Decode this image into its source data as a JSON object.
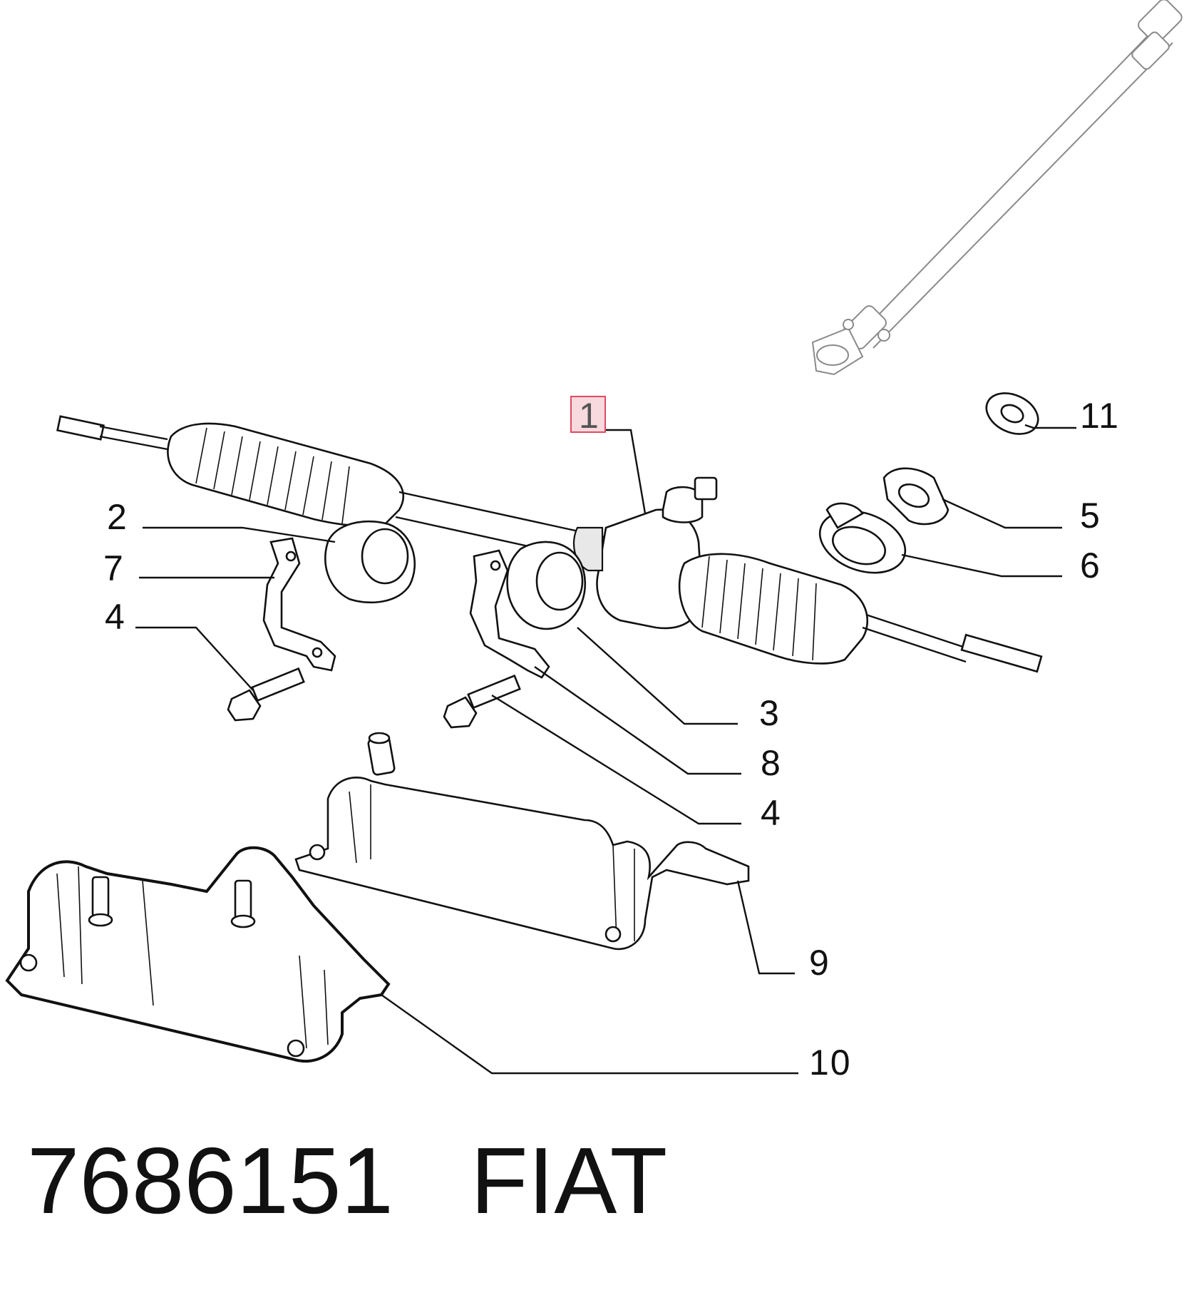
{
  "part_number": "7686151",
  "brand": "FIAT",
  "highlighted_callout": "1",
  "callouts": [
    {
      "id": "c1",
      "label": "1"
    },
    {
      "id": "c2",
      "label": "2"
    },
    {
      "id": "c7",
      "label": "7"
    },
    {
      "id": "c4a",
      "label": "4"
    },
    {
      "id": "c11",
      "label": "11"
    },
    {
      "id": "c5",
      "label": "5"
    },
    {
      "id": "c6",
      "label": "6"
    },
    {
      "id": "c3",
      "label": "3"
    },
    {
      "id": "c8",
      "label": "8"
    },
    {
      "id": "c4b",
      "label": "4"
    },
    {
      "id": "c9",
      "label": "9"
    },
    {
      "id": "c10",
      "label": "10"
    }
  ],
  "colors": {
    "highlight_fill": "#f7d9de",
    "highlight_border": "#e04a62",
    "ink": "#111111"
  }
}
